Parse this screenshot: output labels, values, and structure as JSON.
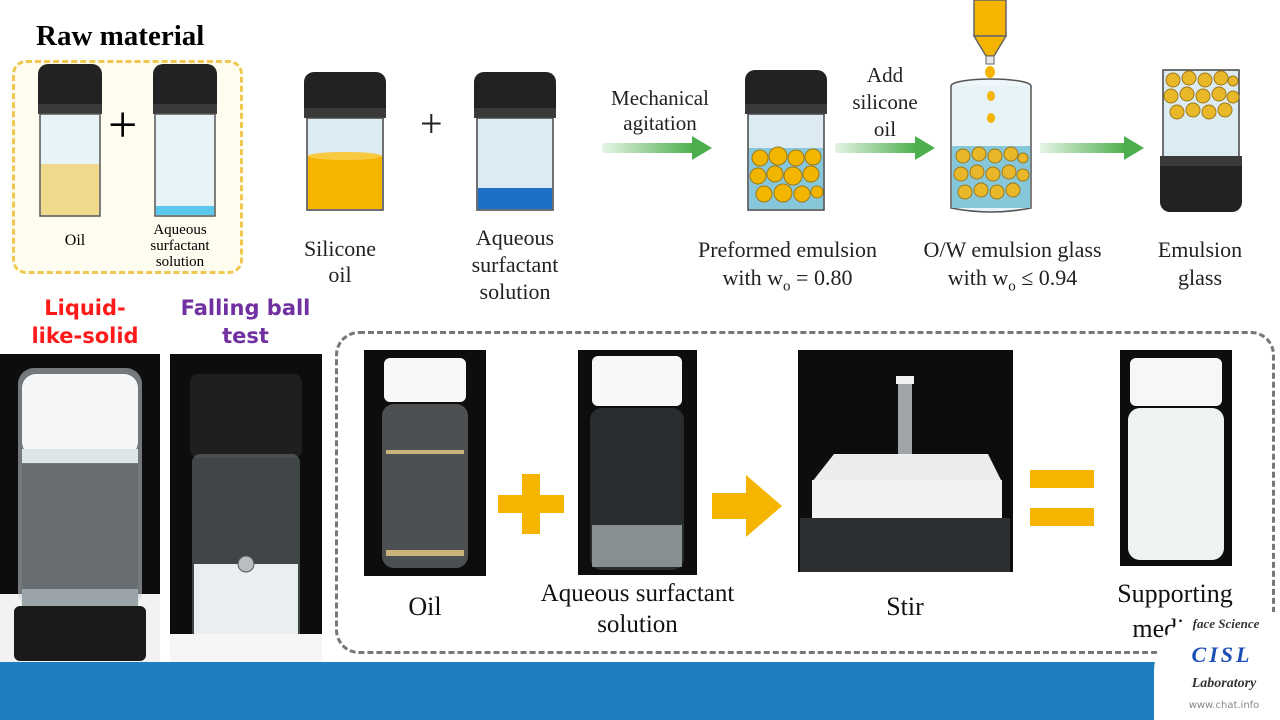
{
  "raw_material": {
    "title": "Raw material",
    "oil_label": "Oil",
    "aqueous_label_1": "Aqueous",
    "aqueous_label_2": "surfactant",
    "aqueous_label_3": "solution",
    "plus": "+"
  },
  "process": {
    "silicone_oil_1": "Silicone",
    "silicone_oil_2": "oil",
    "plus": "+",
    "aqueous_1": "Aqueous",
    "aqueous_2": "surfactant",
    "aqueous_3": "solution",
    "step1_1": "Mechanical",
    "step1_2": "agitation",
    "step2_1": "Add",
    "step2_2": "silicone",
    "step2_3": "oil",
    "preformed_1": "Preformed emulsion",
    "preformed_2": "with w",
    "preformed_sub": "o",
    "preformed_3": " = 0.80",
    "ow_1": "O/W emulsion glass",
    "ow_2": "with w",
    "ow_sub": "o",
    "ow_3": " ≤ 0.94",
    "emulsion_1": "Emulsion",
    "emulsion_2": "glass"
  },
  "tests": {
    "liquid_1": "Liquid-",
    "liquid_2": "like-solid",
    "falling_1": "Falling ball",
    "falling_2": "test",
    "liquid_color": "#ff1a1a",
    "falling_color": "#7030a0"
  },
  "photos": {
    "oil": "Oil",
    "aqueous_1": "Aqueous surfactant",
    "aqueous_2": "solution",
    "stir": "Stir",
    "support_1": "Supporting",
    "support_2": "medium"
  },
  "colors": {
    "accent_yellow": "#f5b400",
    "arrow_green": "#5cb85c",
    "bar_blue": "#1e7fc0",
    "dash_yellow": "#f0c850"
  },
  "logo": {
    "text": "CISL",
    "ring_top": "face Science",
    "ring_bottom": "Laboratory",
    "watermark": "www.chat.info"
  }
}
